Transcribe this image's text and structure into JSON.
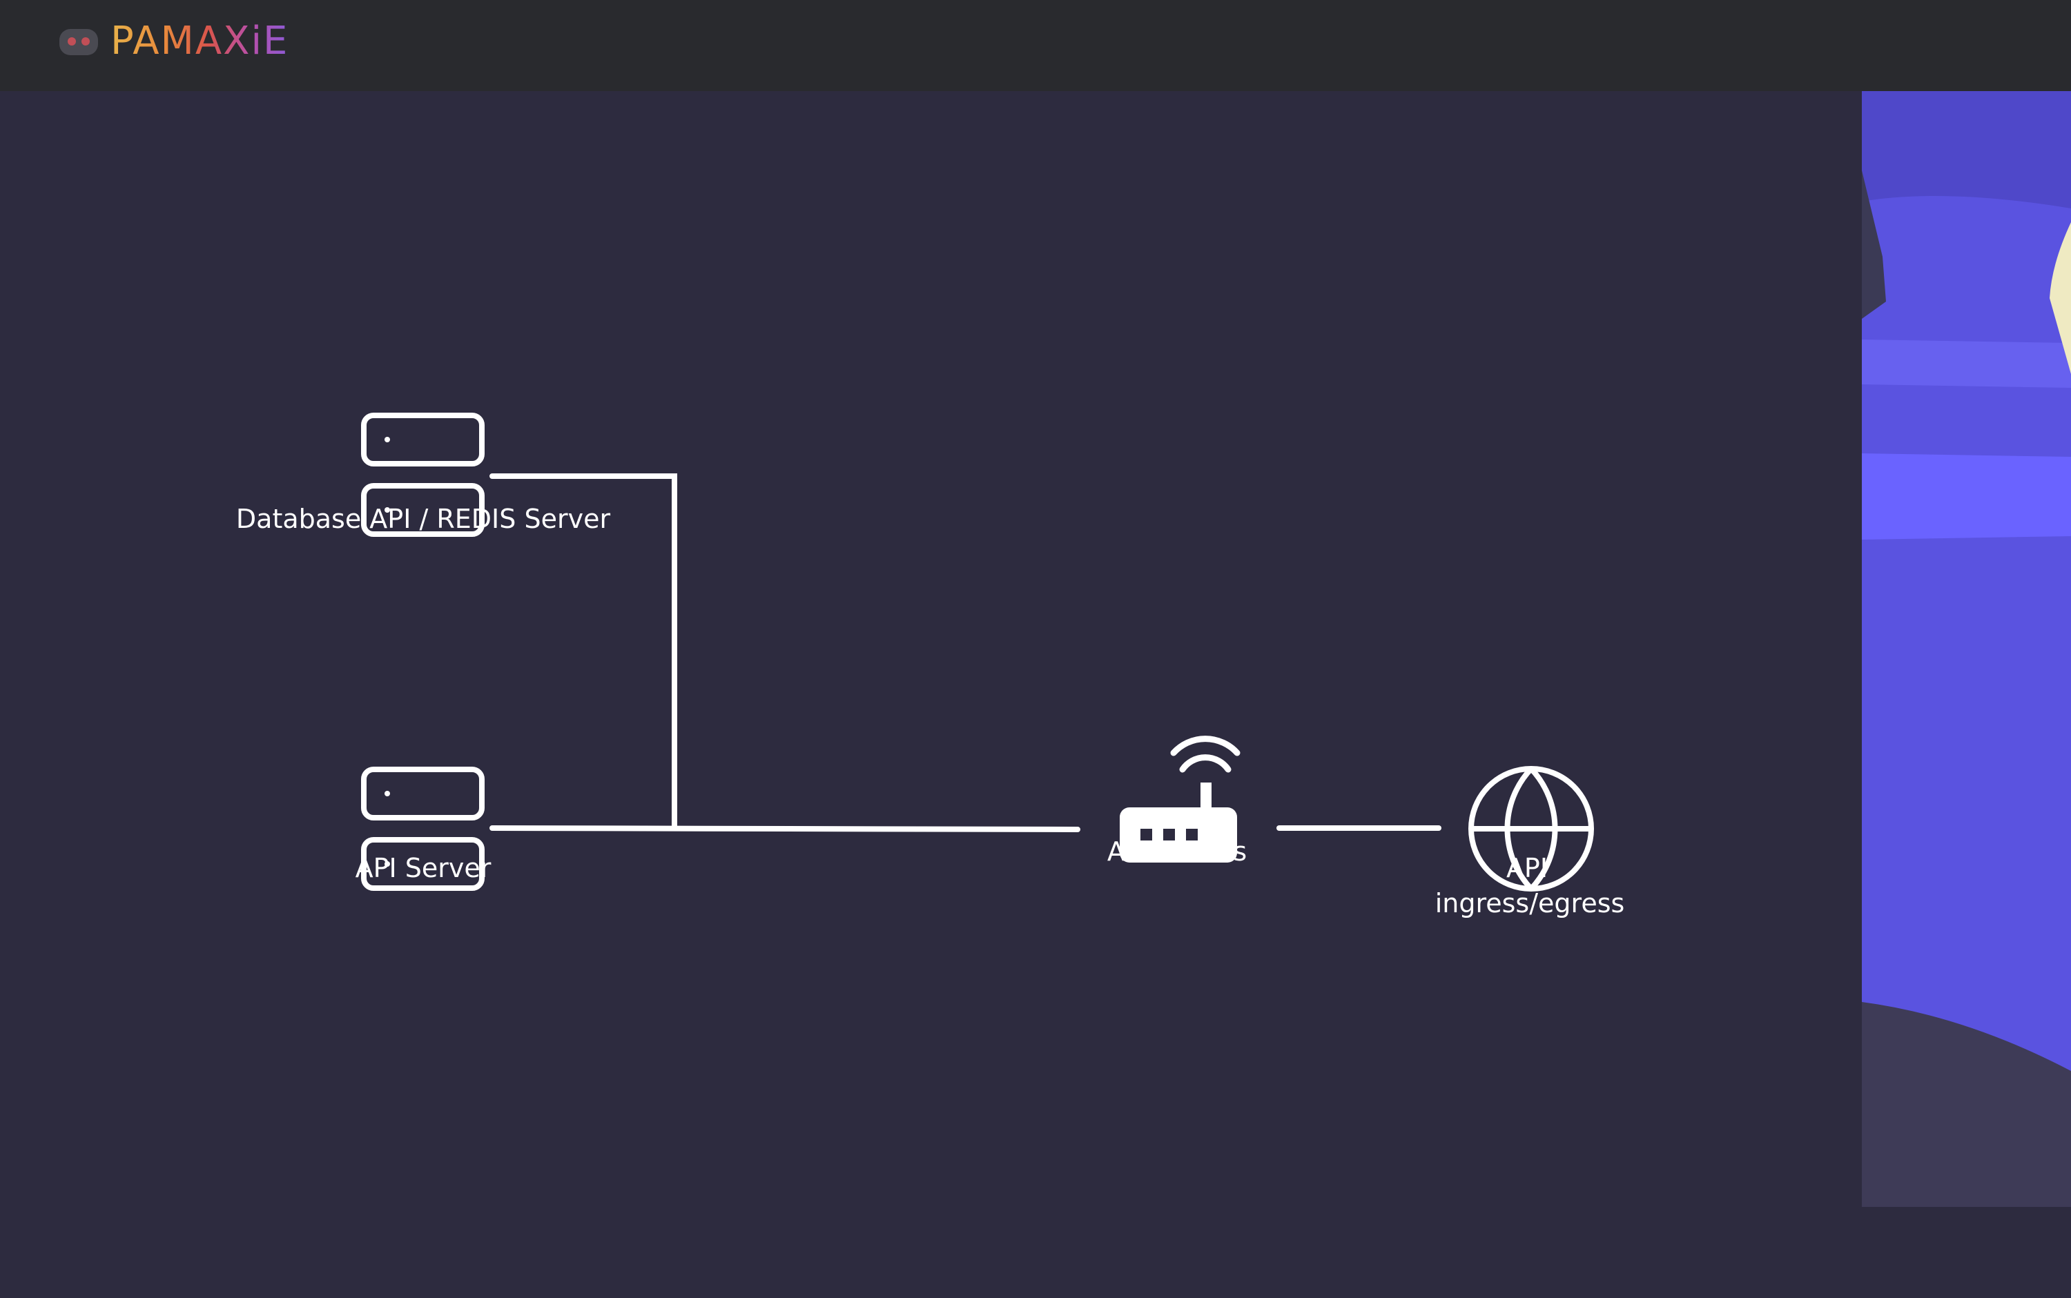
{
  "header": {
    "brand": "PAMAXiE",
    "logo_icon": "robot-head-icon"
  },
  "diagram": {
    "nodes": [
      {
        "id": "db",
        "label": "Database API / REDIS Server",
        "icon": "server-stack-icon"
      },
      {
        "id": "api_server",
        "label": "API Server",
        "icon": "server-stack-icon"
      },
      {
        "id": "api_access",
        "label": "API Access",
        "icon": "router-icon"
      },
      {
        "id": "ingress",
        "label_line1": "API",
        "label_line2": "ingress/egress",
        "icon": "globe-icon"
      }
    ]
  },
  "colors": {
    "background": "#2d2b3f",
    "topbar": "#292a2e",
    "stroke": "#ffffff",
    "panel_accent": "#5b52e0"
  }
}
